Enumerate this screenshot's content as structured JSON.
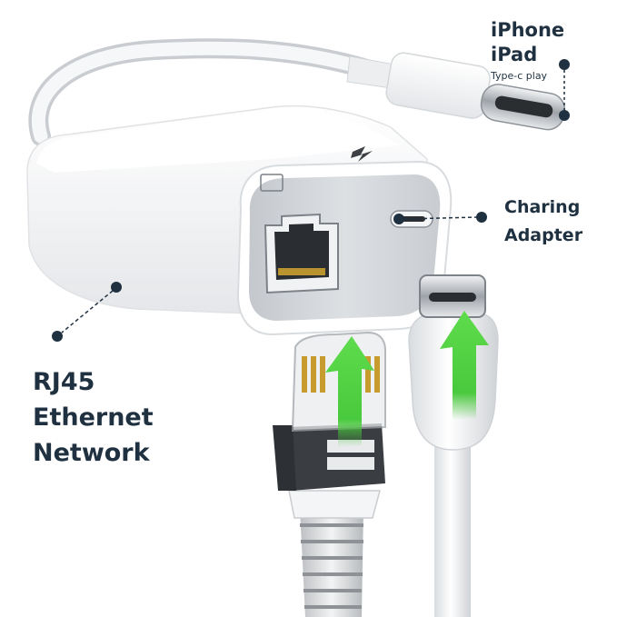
{
  "labels": {
    "device": {
      "line1": "iPhone",
      "line2": "iPad",
      "sub": "Type-c play"
    },
    "charge": {
      "line1": "Charing",
      "line2": "Adapter"
    },
    "network": {
      "line1": "RJ45",
      "line2": "Ethernet",
      "line3": "Network"
    }
  },
  "colors": {
    "text": "#1f3140",
    "dot": "#1f3140",
    "arrow_green": "#49c93d",
    "adapter_white": "#f5f6f7",
    "port_gray": "#c9ccd0"
  },
  "icons": [
    "lightning-bolt-icon",
    "device-outline-icon",
    "rj45-port-icon",
    "usb-c-port-icon",
    "up-arrow-icon"
  ]
}
